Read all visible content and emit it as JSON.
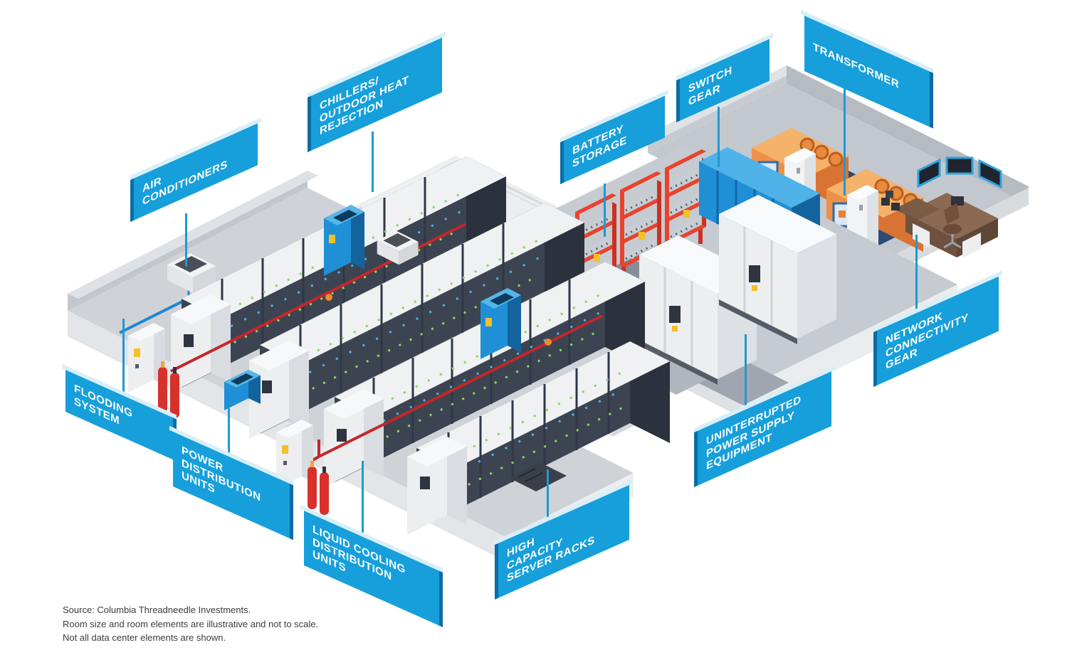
{
  "diagram": {
    "labels": {
      "air_conditioners": "AIR\nCONDITIONERS",
      "chillers": "CHILLERS/\nOUTDOOR HEAT\nREJECTION",
      "battery_storage": "BATTERY\nSTORAGE",
      "switch_gear": "SWITCH\nGEAR",
      "transformer": "TRANSFORMER",
      "network_connectivity_gear": "NETWORK\nCONNECTIVITY\nGEAR",
      "flooding_system": "FLOODING\nSYSTEM",
      "power_distribution_units": "POWER\nDISTRIBUTION\nUNITS",
      "liquid_cooling_distribution_units": "LIQUID COOLING\nDISTRIBUTION\nUNITS",
      "high_capacity_server_racks": "HIGH\nCAPACITY\nSERVER RACKS",
      "uninterrupted_power_supply_equipment": "UNINTERRUPTED\nPOWER SUPPLY\nEQUIPMENT"
    },
    "source_note": {
      "line1": "Source: Columbia Threadneedle Investments.",
      "line2": "Room size and room elements are illustrative and not to scale.",
      "line3": "Not all data center elements are shown."
    },
    "colors": {
      "sign_blue": "#169FDB",
      "sign_bevel": "#D8EFF9",
      "sign_edge_dark": "#0D6CA5",
      "connector_blue": "#1F99D4",
      "pipe_blue": "#1E86D0",
      "pipe_red": "#C3272B",
      "battery_rack_red": "#E8432E",
      "transformer_orange": "#ED9149",
      "equipment_blue": "#1F8FD6",
      "rack_dark": "#3C4452",
      "floor_gray": "#CFD3D8",
      "walkway_gray": "#A0A6AF"
    }
  }
}
